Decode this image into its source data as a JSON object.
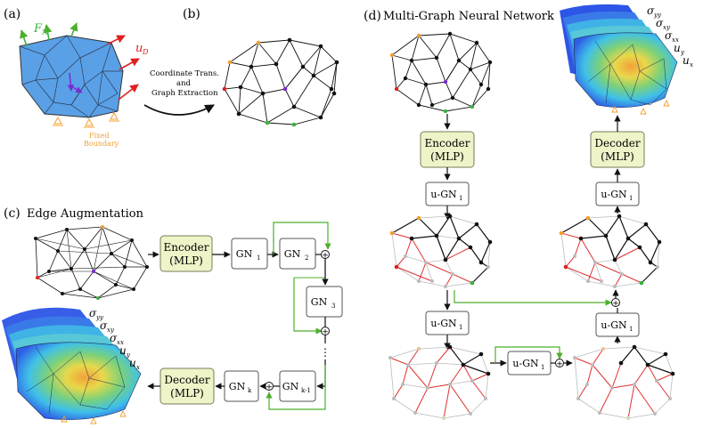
{
  "panels": {
    "a": "(a)",
    "b": "(b)",
    "c": "(c)",
    "c_title": "Edge Augmentation",
    "d": "(d)",
    "d_title": "Multi-Graph Neural Network"
  },
  "panel_a": {
    "force_label": "F",
    "force_sub": "N",
    "disp_label": "u",
    "disp_sub": "D",
    "boundary_line1": "Fixed",
    "boundary_line2": "Boundary"
  },
  "arrow_ab": {
    "line1": "Coordinate Trans.",
    "line2": "and",
    "line3": "Graph Extraction"
  },
  "panel_c": {
    "encoder_line1": "Encoder",
    "encoder_line2": "(MLP)",
    "gn1": "GN",
    "gn1_sub": "1",
    "gn2": "GN",
    "gn2_sub": "2",
    "gn3": "GN",
    "gn3_sub": "3",
    "gnk1": "GN",
    "gnk1_sub": "k-1",
    "gnk": "GN",
    "gnk_sub": "k",
    "decoder_line1": "Decoder",
    "decoder_line2": "(MLP)",
    "dots": "⋮",
    "plus": "+",
    "outputs": [
      "σ",
      "σ",
      "σ",
      "u",
      "u"
    ],
    "output_subs": [
      "yy",
      "xy",
      "xx",
      "y",
      "x"
    ]
  },
  "panel_d": {
    "encoder_line1": "Encoder",
    "encoder_line2": "(MLP)",
    "decoder_line1": "Decoder",
    "decoder_line2": "(MLP)",
    "ugn": "u-GN",
    "ugn_sub": "1",
    "plus": "+",
    "outputs": [
      "σ",
      "σ",
      "σ",
      "u",
      "u"
    ],
    "output_subs": [
      "yy",
      "xy",
      "xx",
      "y",
      "x"
    ]
  }
}
